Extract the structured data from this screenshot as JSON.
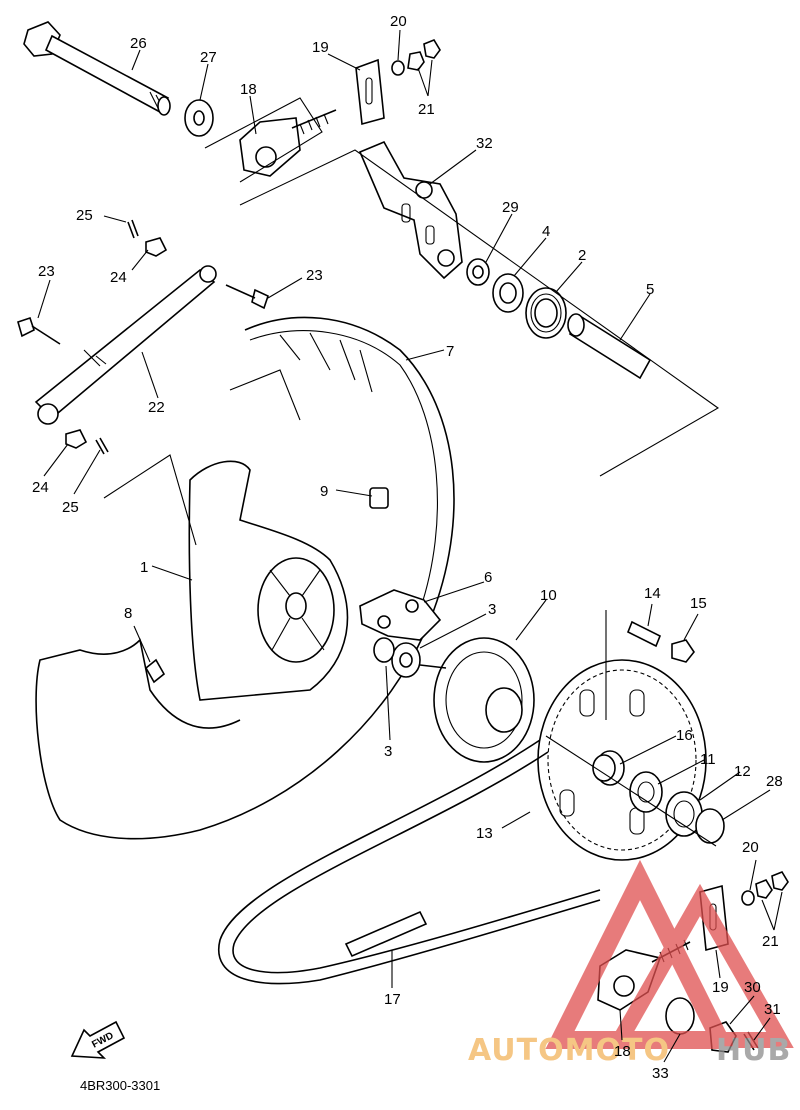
{
  "diagram": {
    "code": "4BR300-3301",
    "fwd_label": "FWD",
    "watermark": {
      "text_left": "AUTOMOTO",
      "text_right": "HUB",
      "color": "#e05050",
      "text_color": "#f2b45c"
    },
    "callouts": [
      {
        "id": "c26",
        "text": "26"
      },
      {
        "id": "c27",
        "text": "27"
      },
      {
        "id": "c19a",
        "text": "19"
      },
      {
        "id": "c20a",
        "text": "20"
      },
      {
        "id": "c21a",
        "text": "21"
      },
      {
        "id": "c18a",
        "text": "18"
      },
      {
        "id": "c32",
        "text": "32"
      },
      {
        "id": "c25a",
        "text": "25"
      },
      {
        "id": "c29",
        "text": "29"
      },
      {
        "id": "c4",
        "text": "4"
      },
      {
        "id": "c2",
        "text": "2"
      },
      {
        "id": "c23a",
        "text": "23"
      },
      {
        "id": "c24a",
        "text": "24"
      },
      {
        "id": "c23b",
        "text": "23"
      },
      {
        "id": "c5",
        "text": "5"
      },
      {
        "id": "c7",
        "text": "7"
      },
      {
        "id": "c22",
        "text": "22"
      },
      {
        "id": "c24b",
        "text": "24"
      },
      {
        "id": "c25b",
        "text": "25"
      },
      {
        "id": "c9",
        "text": "9"
      },
      {
        "id": "c1",
        "text": "1"
      },
      {
        "id": "c6",
        "text": "6"
      },
      {
        "id": "c10",
        "text": "10"
      },
      {
        "id": "c3a",
        "text": "3"
      },
      {
        "id": "c14",
        "text": "14"
      },
      {
        "id": "c15",
        "text": "15"
      },
      {
        "id": "c8",
        "text": "8"
      },
      {
        "id": "c3b",
        "text": "3"
      },
      {
        "id": "c16",
        "text": "16"
      },
      {
        "id": "c11",
        "text": "11"
      },
      {
        "id": "c12",
        "text": "12"
      },
      {
        "id": "c28",
        "text": "28"
      },
      {
        "id": "c13",
        "text": "13"
      },
      {
        "id": "c20b",
        "text": "20"
      },
      {
        "id": "c21b",
        "text": "21"
      },
      {
        "id": "c17",
        "text": "17"
      },
      {
        "id": "c19b",
        "text": "19"
      },
      {
        "id": "c30",
        "text": "30"
      },
      {
        "id": "c31",
        "text": "31"
      },
      {
        "id": "c18b",
        "text": "18"
      },
      {
        "id": "c33",
        "text": "33"
      }
    ]
  }
}
